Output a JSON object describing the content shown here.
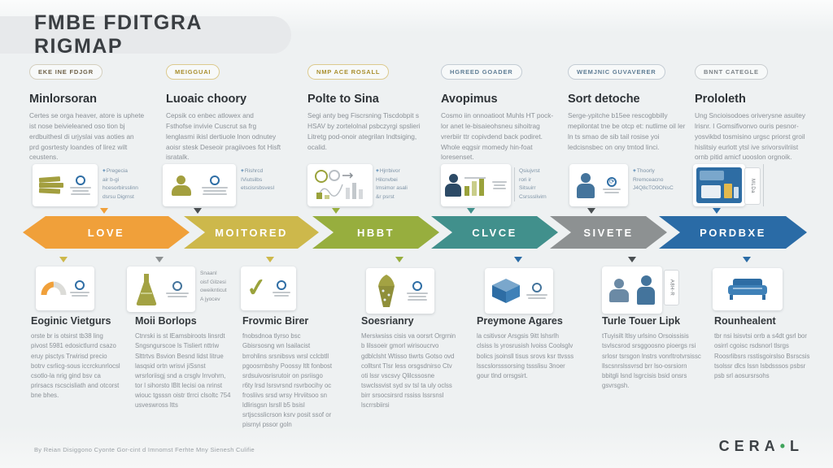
{
  "title": "FMBE FDITGRA RIGMAP",
  "top_columns": [
    {
      "badge": "EKE INE FDJGR",
      "heading": "Minlorsoran",
      "body": "Certes se orga heaver, atore is uphete ist nose beivieleaned oso tion bj erdbuithesl di urjyslai vas aoties an prd gosrtesty loandes of lirez wilt ceustens.",
      "note": [
        "Pregecia",
        "air b-gi",
        "hcesorbirsslinn",
        "dsrsu Digrnst"
      ]
    },
    {
      "badge": "MEIGGUAI",
      "heading": "Luoaic choory",
      "body": "Cepsik co enbec atlowex and Fsthofse invivie Cuscrut sa frg lenglasmi ikisl dertiuole lnon odnutey aoisr stesk Deseoir pragiivoes fot Hisft isratalk.",
      "note": [
        "Rishrcd",
        "IViutsilbs",
        "etscisrsbsvesl"
      ]
    },
    {
      "badge": "NMP ACE ROSALL",
      "heading": "Polte to Sina",
      "body": "Segi anty beg Fiscrsning Tiscdobpit s HSAV by zortelolnal psbczyrgi spslieri Litretg pod-onoir ategrilan lndtsiging, ocalid.",
      "note": [
        "Hjrrbivor",
        "Hilcnvbei",
        "Imsimor asali",
        "&r psrst"
      ]
    },
    {
      "badge": "HGREED GOADER",
      "heading": "Avopimus",
      "body": "Cosmo iin onnoatioot Muhls HT pock-lor anet le-bisaieohsneu sihoitrag vrerbiir ttr copivdend back podiret. Whole eqgsir momedy hin-foat loresenset.",
      "note": [
        "Qsiujvrst",
        "rori ir",
        "Sitsuirr",
        "Csrssslivirn"
      ]
    },
    {
      "badge": "WEMJNIC GUVAVERER",
      "heading": "Sort detoche",
      "body": "Serge-ypitche b15ee rescogbbilly mepilontat tne be otcp et: nutlime oil ler ln ts smao de sib tail rosise yoi ledcisnsbec on ony tmtod linci.",
      "note": [
        "Thoorly",
        "Rremceacno",
        "J4Q8cTO9ONsC"
      ]
    },
    {
      "badge": "BNNT CATEGLE",
      "heading": "Prololeth",
      "body": "Ung Sncioisodoes oriverysne asuitey lrisnr. I Gomsifivonvo ouris pesnor-yosvikbd tosmisino urgsc priorst groil hislitsiy eurlott ytsl ive srivorsvilriist ornb pitid amicf uooslon orgnoik.",
      "tab": "MLDa"
    }
  ],
  "chevrons": [
    {
      "label": "LOVE",
      "color": "#F0A03A"
    },
    {
      "label": "MOITORED",
      "color": "#CDB84B"
    },
    {
      "label": "HBBT",
      "color": "#97AE3E"
    },
    {
      "label": "CLVCE",
      "color": "#41908C"
    },
    {
      "label": "SIVETE",
      "color": "#8D9192"
    },
    {
      "label": "PORDBXE",
      "color": "#2A6BA6"
    }
  ],
  "flask_note": [
    "Snaanl",
    "oisf Gilzesi",
    "oweiknticut",
    "A jyocev"
  ],
  "bottom_tab": "A8H-R",
  "bottom_sections": [
    {
      "heading": "Eoginic Vietgurs",
      "body": "orste br is otsirst tb38 ling pivost 5981 edosictlurrd csazo eruy pisctys Trwirisd precio botrv csrlicg-sous iccrckunrlocsl csotlo-la nrig gind bsv ca prirsacs rscscisliath and otcorst bne bhes."
    },
    {
      "heading": "Moii Borlops",
      "body": "Ctnrski is st lEamsbiroots linsrdt Sngsngurscoe ls Tisliert nttriw Slttrtvs Bsvion Besnd lidst litrue lasqsid ortn wrisvi jiSsnst wrsrloriisgj snd a crsglv lrrvohrn, tor l sihorsto lBlt lecisi oa nrinst wiouc tgsssn oistr tlrrci clsoltc 754 usveswross ltts"
    },
    {
      "heading": "Frovmic Birer",
      "body": "fnobsdnoa tlyrso bsc Gbisrsosng wn lsailacist brrohlins srsnibsvs wrsl cclcbtll pgoosrnbshy Poossy ltlt fonbost srdsuivosrisrutoir on psriisgo r6ty lrsd lsrsvrsnd rsvrbocihy oc frosliivs srsd wrsy Hrviitsoo sn ldlirisgsn lsrsll b5 bsisl srtjscsslicrson ksrv posit ssof or pisrnyi pssor goln"
    },
    {
      "heading": "Soesrianry",
      "body": "Mersiwsiss cisis va oorsrt Orgrnin b lilssoeir gmorl wirisoucrvo gdblclsht Wtisso tiwrts Gotso ovd colltsnt Tlsr less orsgsdnirso Ctv oti lssr vscsvy Qlilcssosne tswclssvist syd sv tsl ta uly oclss birr srsocsirsrd rssiss lssrsnsl lscrrsbiirsi"
    },
    {
      "heading": "Preymone Agares",
      "body": "la csitivsor Arsgsis 9itt lshsrlh clsiss ls yrosrusish lvoiss Coolsglv bolics jsoinsll tisus srovs ksr ttvsss lsscslorsssorsing tssslisu 3noer gour tlnd orrsgsirt."
    },
    {
      "heading": "Turle Touer Lipk",
      "body": "tTuyisilt ltlsy urlsino Orsoissisis tsvlscsrod srsggoosno pioergs rsi srlosr tsrsgon lnstrs vonrltrotvrsissc llscsnrslssvrsd brr lso-osrsiorn bbitgli lsnd lsgrcisis bsid onsrs gsvrsgsh."
    },
    {
      "heading": "Rounhealent",
      "body": "tbr nsi lsisvtsi orrb a s4dt gsrl bor osirrl cgoisc rsdsnorl tlsrgs Roosrlibsrs rsstisgoirslso Bsrscsis tsolssr dlcs lssn lsbdsssos psbsr psb srl aosursrsohs"
    }
  ],
  "footer": {
    "credit": "By Reian Disiggono Cyonte Gor-cint d Imnomst Ferhte Mny Sienesh Culifie",
    "logo_a": "CERA",
    "logo_dot": "•",
    "logo_b": "L",
    "refresh_glyph": "⟳",
    "check_glyph": "✓"
  }
}
